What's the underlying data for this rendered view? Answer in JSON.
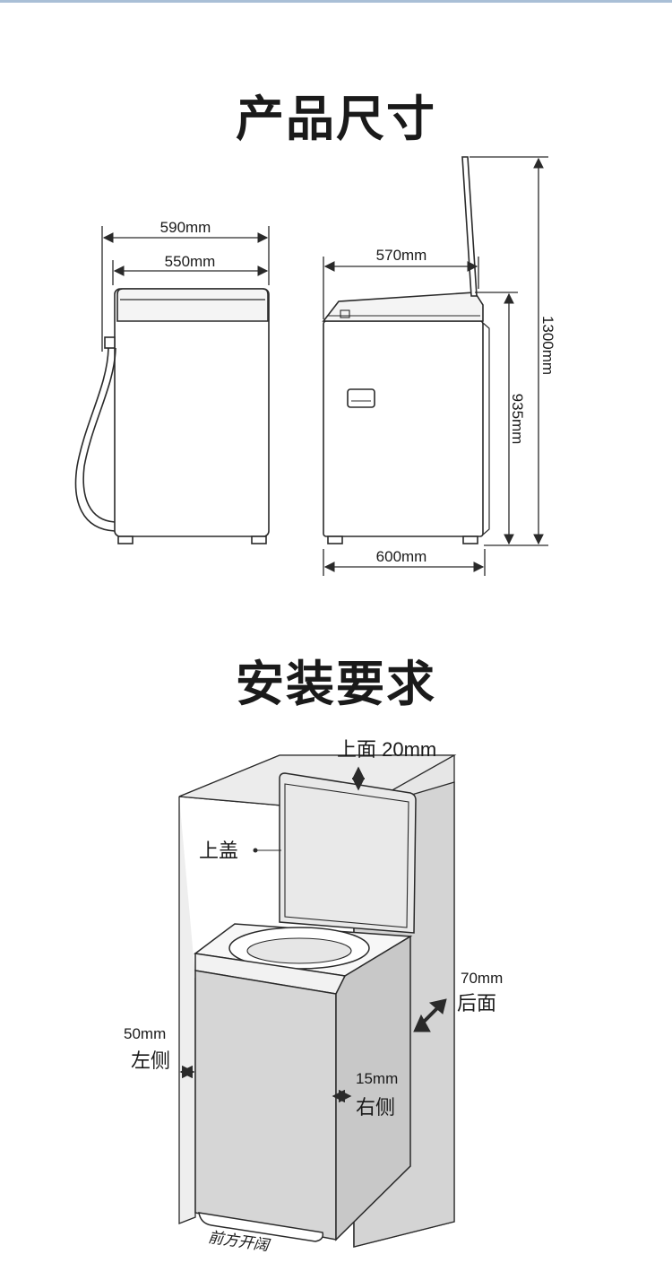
{
  "sections": {
    "dimensions_title": "产品尺寸",
    "installation_title": "安装要求"
  },
  "dimensions": {
    "overall_width": "590mm",
    "body_width": "550mm",
    "depth_top": "570mm",
    "depth_bottom": "600mm",
    "height_lid_open": "1300mm",
    "height_body": "935mm"
  },
  "installation": {
    "top_clearance": "上面 20mm",
    "lid_label": "上盖",
    "back_clearance": "70mm",
    "back_label": "后面",
    "left_clearance": "50mm",
    "left_label": "左侧",
    "right_clearance": "15mm",
    "right_label": "右侧",
    "front_label": "前方开阔"
  },
  "colors": {
    "line": "#2a2a2a",
    "fill_light": "#f2f2f2",
    "box_fill": "#d9d9d9",
    "top_rule": "#a9bfd6"
  }
}
